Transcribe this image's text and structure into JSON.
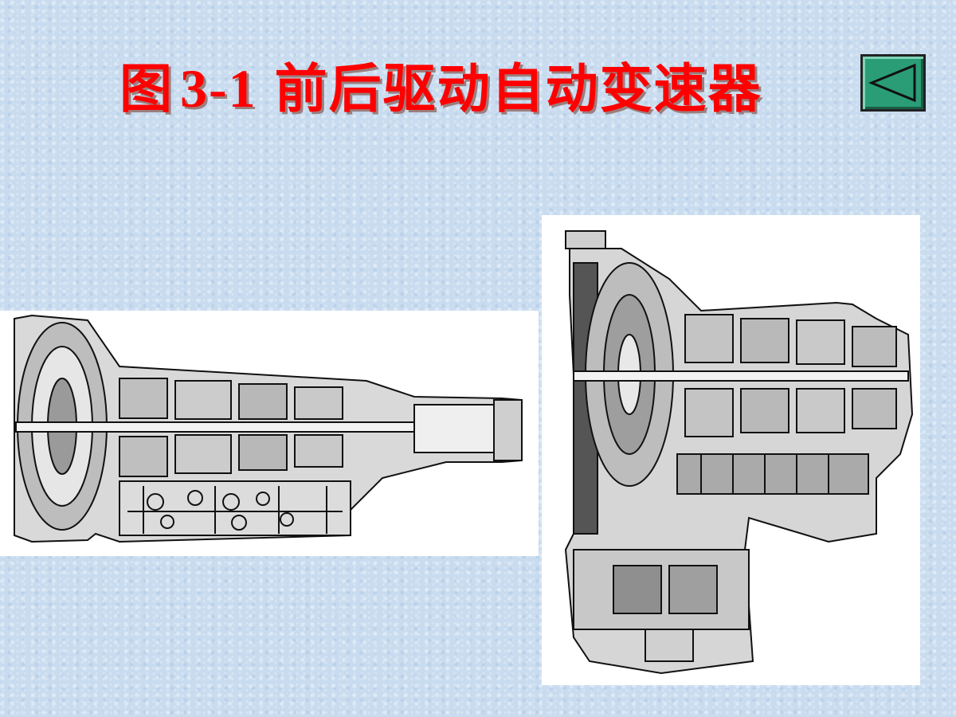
{
  "slide": {
    "title_prefix": "图",
    "title_number": "3-1",
    "title_text": "前后驱动自动变速器"
  },
  "nav": {
    "back_button_icon": "triangle-left-icon",
    "back_button_color": "#2a9d77"
  },
  "figures": {
    "left_image": "rear-drive-transmission-cross-section",
    "right_image": "front-drive-transaxle-cross-section"
  }
}
